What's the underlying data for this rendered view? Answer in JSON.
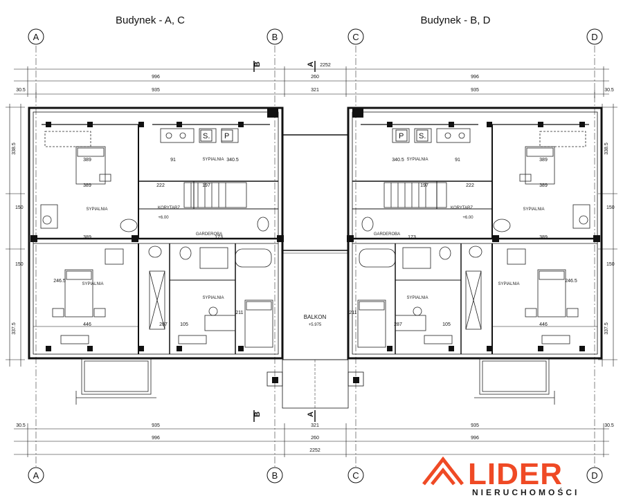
{
  "titles": {
    "left": "Budynek - A, C",
    "right": "Budynek - B, D"
  },
  "axes": [
    "A",
    "B",
    "C",
    "D"
  ],
  "section_marks": [
    "B",
    "A"
  ],
  "dimensions": {
    "overall": "2252",
    "half": "996",
    "middle": "260",
    "inner": "935",
    "gap": "321",
    "edge": "30.5"
  },
  "side_dims": {
    "top": "338.5",
    "mid": "150",
    "bottom": "337.5"
  },
  "rooms": {
    "bedroom": "SYPIALNIA",
    "corridor": "KORYTARZ",
    "wardrobe": "GARDEROBA",
    "balcony": "BALKON",
    "balcony_level": "+5.975",
    "level": "+6.00"
  },
  "markers": {
    "p": "P",
    "s": "S."
  },
  "room_dims": [
    "389",
    "446",
    "246.5",
    "287",
    "105",
    "211",
    "91",
    "222",
    "173",
    "340.5",
    "197"
  ],
  "logo": {
    "name": "LIDER",
    "sub": "NIERUCHOMOŚCI"
  },
  "colors": {
    "line": "#111111",
    "accent": "#ef4a25"
  }
}
